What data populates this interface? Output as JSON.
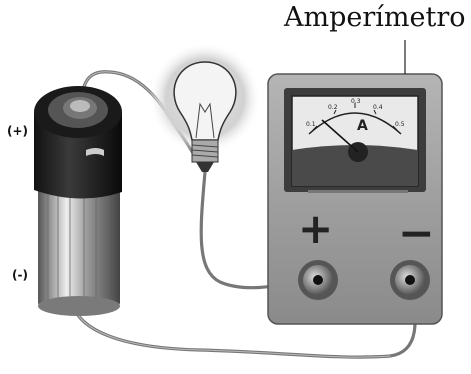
{
  "title": "Amperímetro",
  "battery": {
    "positive_label": "(+)",
    "negative_label": "(-)"
  },
  "ammeter": {
    "unit": "A",
    "scale_ticks": [
      "0.1",
      "0.2",
      "0.3",
      "0.4",
      "0.5"
    ],
    "plus_terminal": "+",
    "minus_terminal": "−"
  }
}
